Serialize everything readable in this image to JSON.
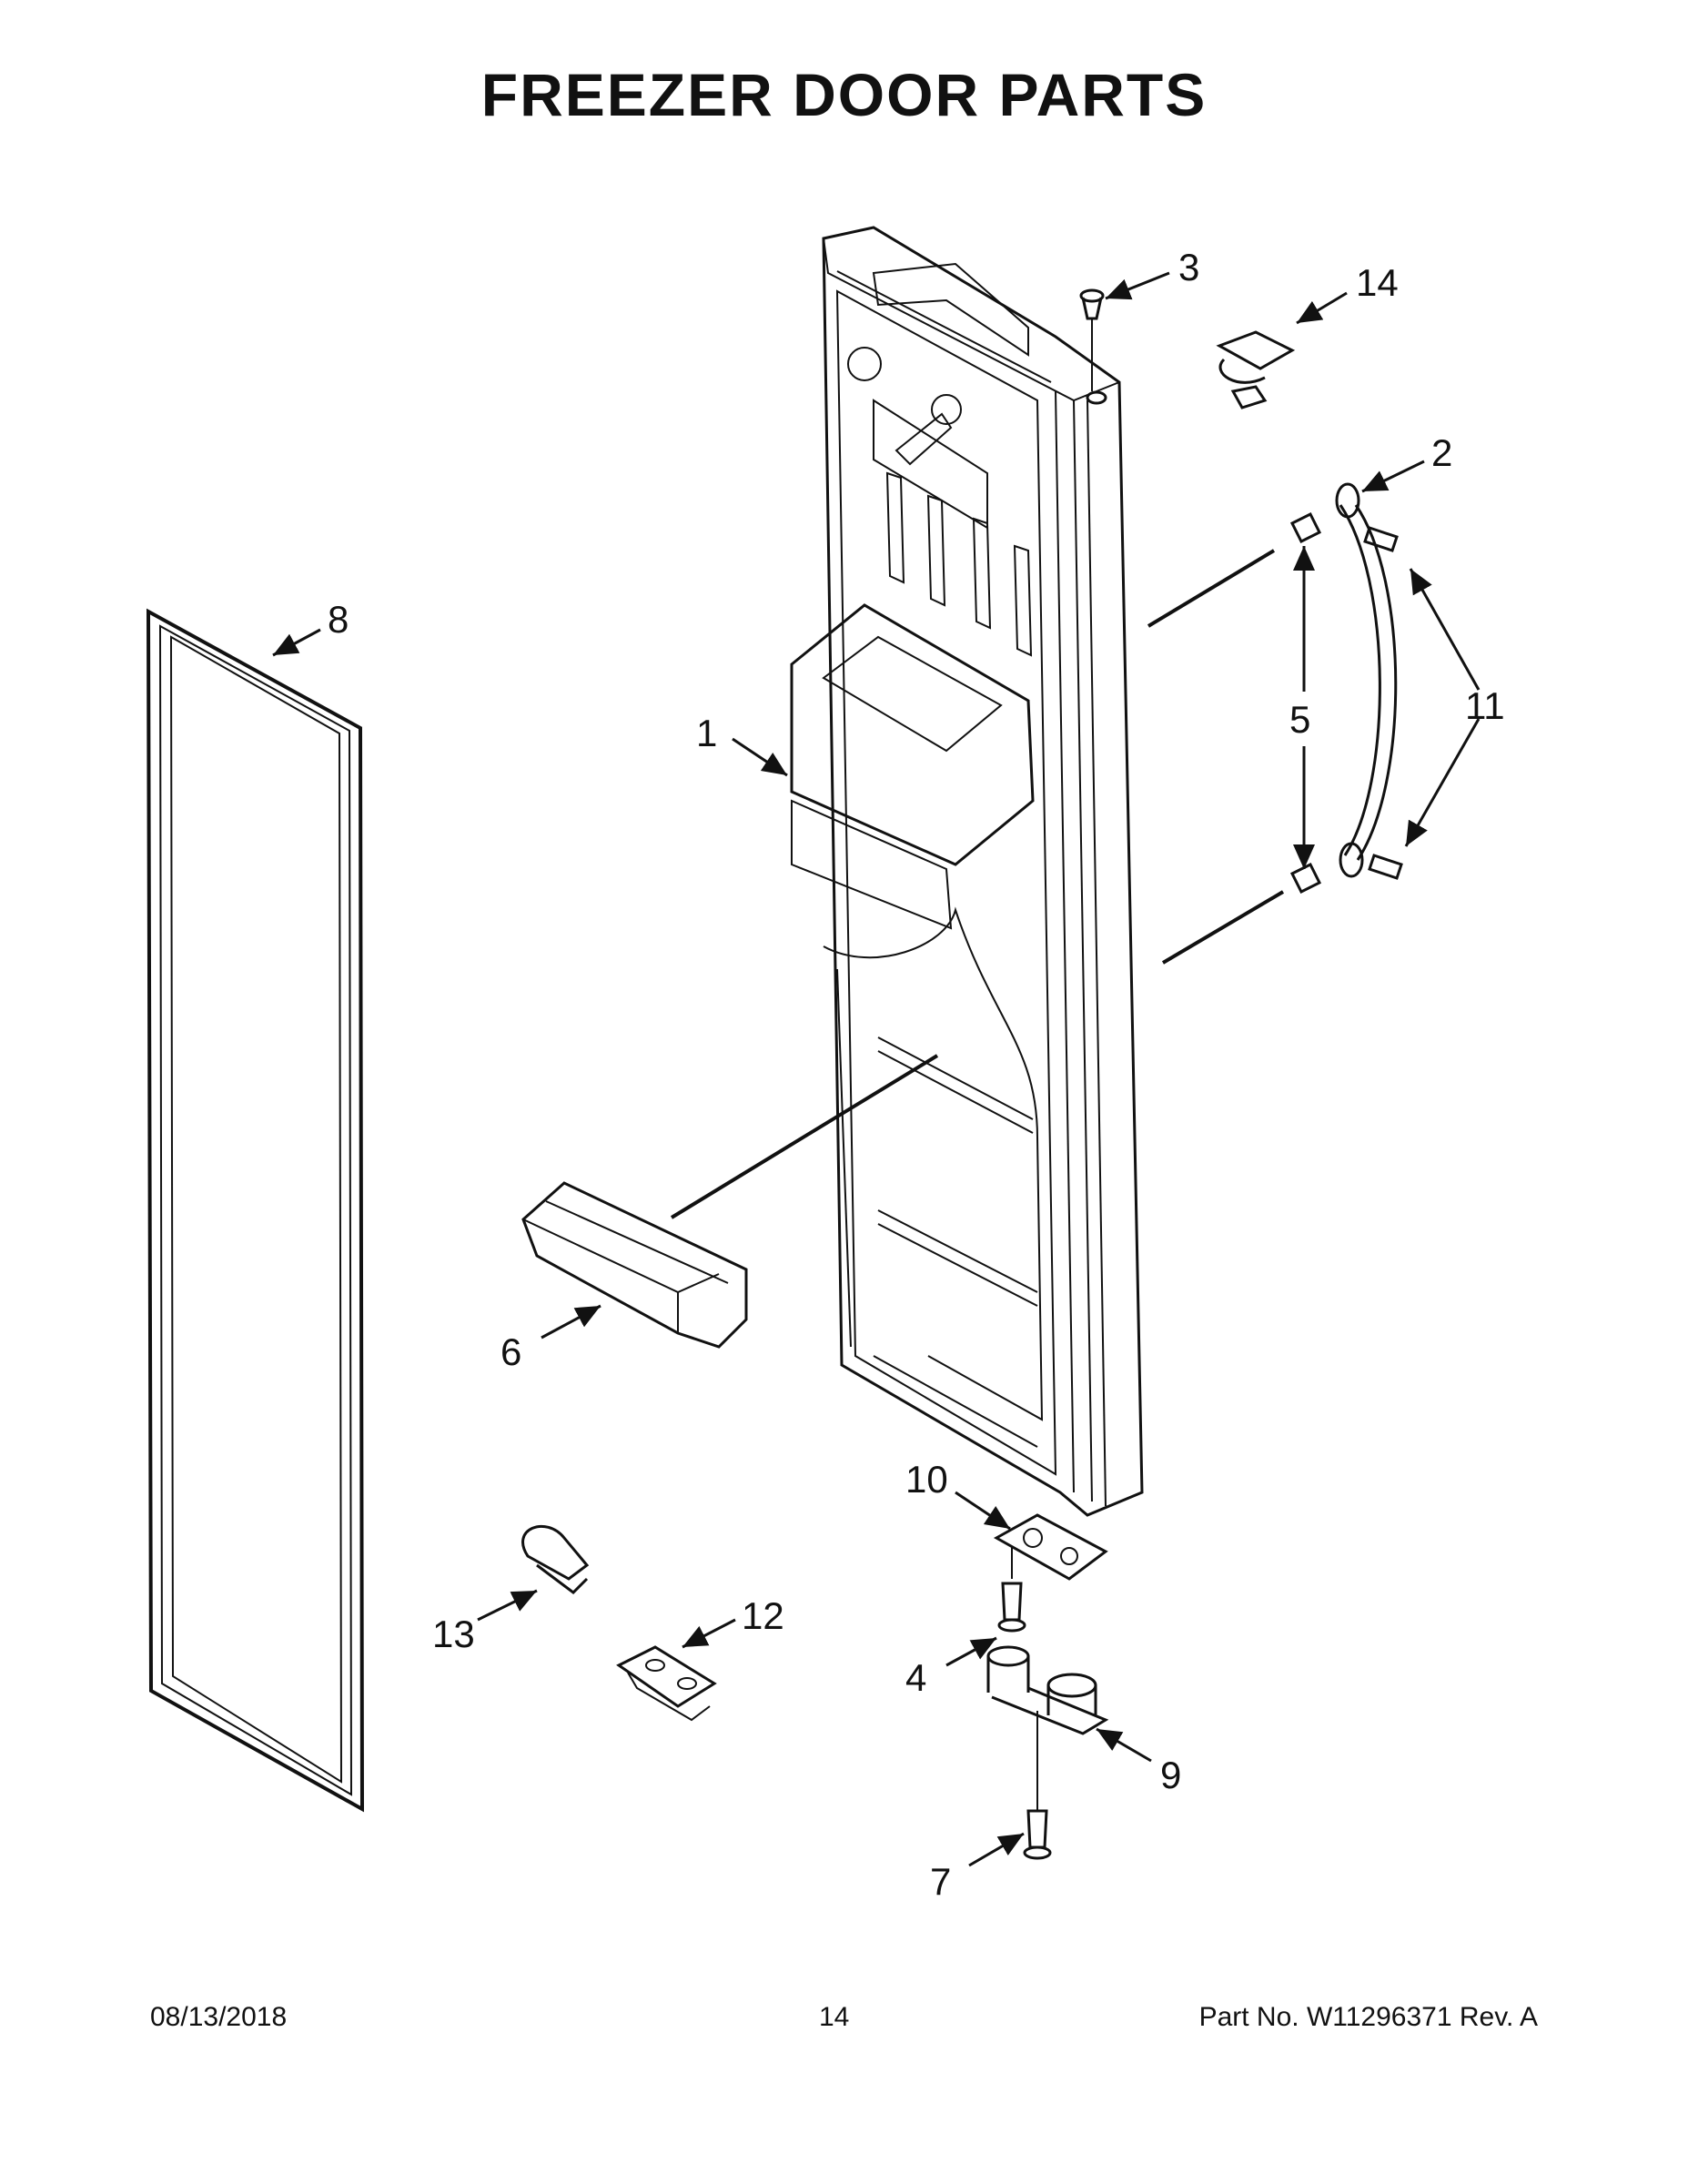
{
  "title": "FREEZER DOOR PARTS",
  "callouts": {
    "c1": "1",
    "c2": "2",
    "c3": "3",
    "c4": "4",
    "c5": "5",
    "c6": "6",
    "c7": "7",
    "c8": "8",
    "c9": "9",
    "c10": "10",
    "c11": "11",
    "c12": "12",
    "c13": "13",
    "c14": "14"
  },
  "footer": {
    "date": "08/13/2018",
    "page": "14",
    "part": "Part No.  W11296371  Rev.  A"
  }
}
